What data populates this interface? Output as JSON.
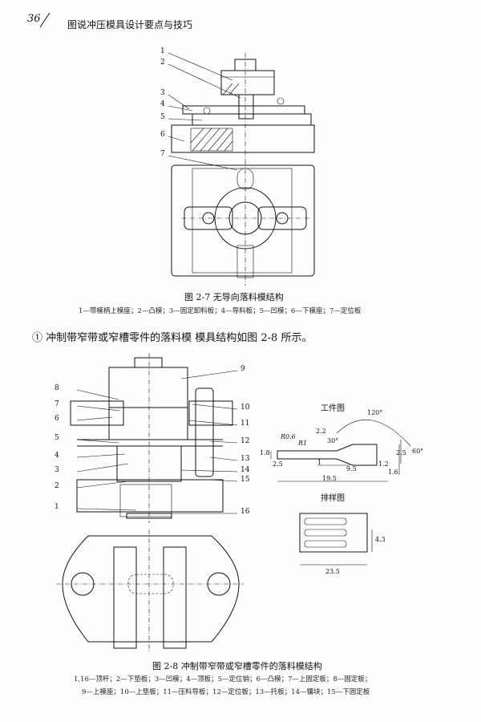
{
  "header": {
    "page_number": "36",
    "book_title": "图说冲压模具设计要点与技巧"
  },
  "figure_2_7": {
    "callouts": [
      "1",
      "2",
      "3",
      "4",
      "5",
      "6",
      "7"
    ],
    "caption": "图 2-7   无导向落料模结构",
    "legend": "1—带模柄上模座；2—凸模；3—固定卸料板；4—导料板；5—凹模；6—下模座；7—定位板"
  },
  "paragraph": "① 冲制带窄带或窄槽零件的落料模   模具结构如图 2-8 所示。",
  "figure_2_8": {
    "callouts_left": [
      "8",
      "7",
      "6",
      "5",
      "4",
      "3",
      "2",
      "1"
    ],
    "callouts_right": [
      "9",
      "10",
      "11",
      "12",
      "13",
      "14",
      "15",
      "16"
    ],
    "workpiece_title": "工件图",
    "layout_title": "排样图",
    "dims": {
      "r06": "R0.6",
      "r1": "R1",
      "d22": "2.2",
      "a30": "30°",
      "a120": "120°",
      "a60": "60°",
      "d18": "1.8",
      "d25a": "2.5",
      "d1": "1",
      "d95": "9.5",
      "d195": "19.5",
      "d12": "1.2",
      "d16": "1.6",
      "d25b": "2.5",
      "d43": "4.3",
      "d235": "23.5"
    },
    "caption": "图 2-8   冲制带窄带或窄槽零件的落料模结构",
    "legend_line1": "1,16—顶杆；2—下垫板；3—凹模；4—顶板；5—定位销；6—凸模；7—上固定板；8—固定板；",
    "legend_line2": "9—上模座；10—上垫板；11—压料导板；12—定位板；13—托板；14—镶块；15—下固定板"
  }
}
